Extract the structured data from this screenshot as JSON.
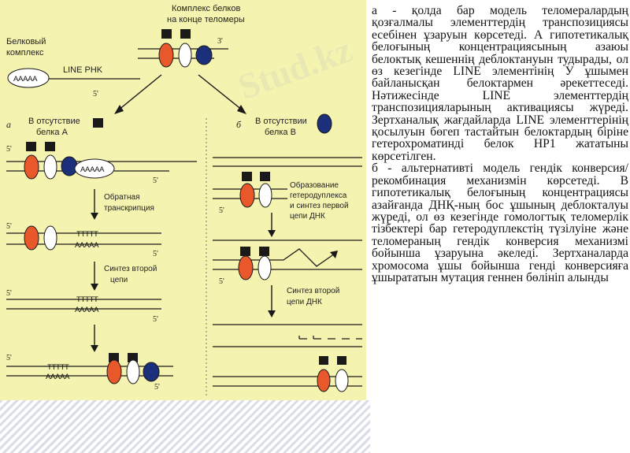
{
  "figure": {
    "top_label_line1": "Комплекс белков",
    "top_label_line2": "на конце теломеры",
    "left_label_line1": "Белковый",
    "left_label_line2": "комплекс",
    "line_rna_label": "LINE PHK",
    "aaaa": "AAAAA",
    "tttt": "TTTTT",
    "prime3": "3'",
    "prime5": "5'",
    "branch_a_letter": "a",
    "branch_b_letter": "б",
    "branch_a_title_line1": "В отсутствие",
    "branch_a_title_line2": "белка А",
    "branch_b_title_line1": "В отсутствии",
    "branch_b_title_line2": "белка В",
    "rt_label_line1": "Обратная",
    "rt_label_line2": "транскрипция",
    "second_strand_line1": "Синтез второй",
    "second_strand_line2": "цепи",
    "hetero_line1": "Образование",
    "hetero_line2": "гетеродуплекса",
    "hetero_line3": "и синтез первой",
    "hetero_line4": "цепи ДНК",
    "dna_second_line1": "Синтез второй",
    "dna_second_line2": "цепи ДНК",
    "colors": {
      "orange": "#e8582a",
      "white": "#ffffff",
      "navy": "#1b2f7a",
      "black": "#1a1a1a",
      "background": "#f5f3b0"
    }
  },
  "text_panel": {
    "paragraph_a": "а - қолда бар модель теломералардың қозғалмалы элементтердің транспозициясы есебінен ұзаруын көрсетеді. А гипотетикалық белоғының концентрациясының азаюы белоктық кешеннің деблоктануын тудырады, ол өз кезегінде LINE элементінің У ұшымен байланысқан белоктармен әрекеттеседі. Нәтижесінде LINE элементтердің транспозицияларының активациясы жүреді. Зертханалық жағдайларда LINE элементтерінің қосылуын бөгеп тастайтын белоктардың біріне гетерохроматинді белок HP1 жататыны көрсетілген.",
    "paragraph_b": "б - альтернативті модель гендік конверсия/рекомбинация механизмін көрсетеді. В гипотетикалық белоғының концентрациясы азайғанда ДНҚ-ның бос ұшының деблокталуы жүреді, ол өз кезегінде гомологтық теломерлік тізбектері бар гетеродуплекстің түзілуіне және теломераның гендік конверсия механизмі бойынша ұзаруына әкеледі. Зертханаларда хромосома ұшы бойынша генді конверсияға ұшырататын мутация геннен бөлініп алынды"
  }
}
